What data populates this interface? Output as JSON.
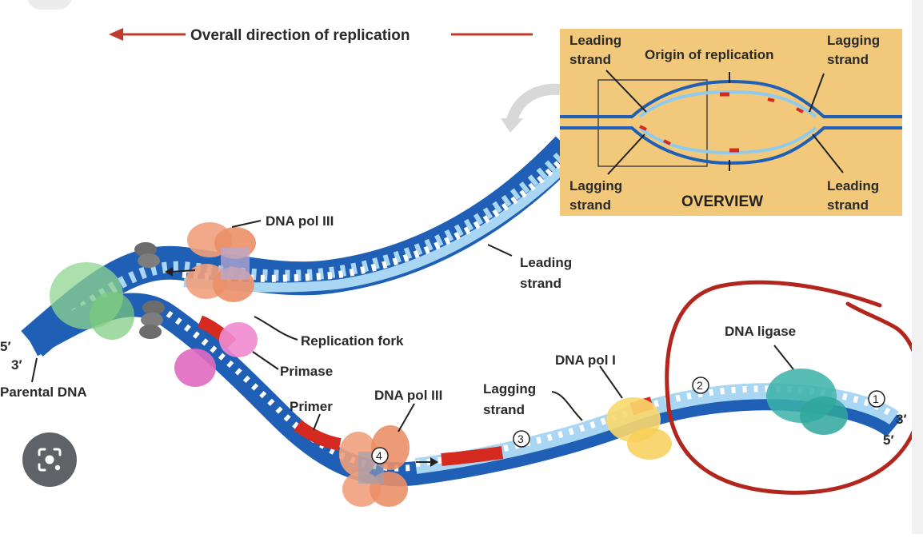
{
  "diagram": {
    "direction_label": "Overall direction of replication",
    "labels": {
      "dna_pol_iii_top": "DNA pol III",
      "leading_strand": "Leading\nstrand",
      "replication_fork": "Replication fork",
      "primase": "Primase",
      "primer": "Primer",
      "dna_pol_iii_bottom": "DNA pol III",
      "lagging_strand": "Lagging\nstrand",
      "dna_pol_i": "DNA pol I",
      "dna_ligase": "DNA ligase",
      "parental_dna": "Parental DNA",
      "end_5_left": "5′",
      "end_3_left": "3′",
      "end_3_right": "3′",
      "end_5_right": "5′"
    },
    "step_numbers": [
      "1",
      "2",
      "3",
      "4"
    ],
    "overview": {
      "title": "OVERVIEW",
      "origin": "Origin of replication",
      "leading_top": "Leading\nstrand",
      "lagging_top": "Lagging\nstrand",
      "lagging_bottom": "Lagging\nstrand",
      "leading_bottom": "Leading\nstrand"
    },
    "colors": {
      "parental_strand": "#1f5fb5",
      "new_strand": "#a9d6f2",
      "primer": "#d42a1f",
      "overview_bg": "#f2c97a",
      "annotation_circle": "#b3261e",
      "arrow": "#c0392b"
    }
  },
  "ui": {
    "lens_icon": "camera-search-icon"
  }
}
